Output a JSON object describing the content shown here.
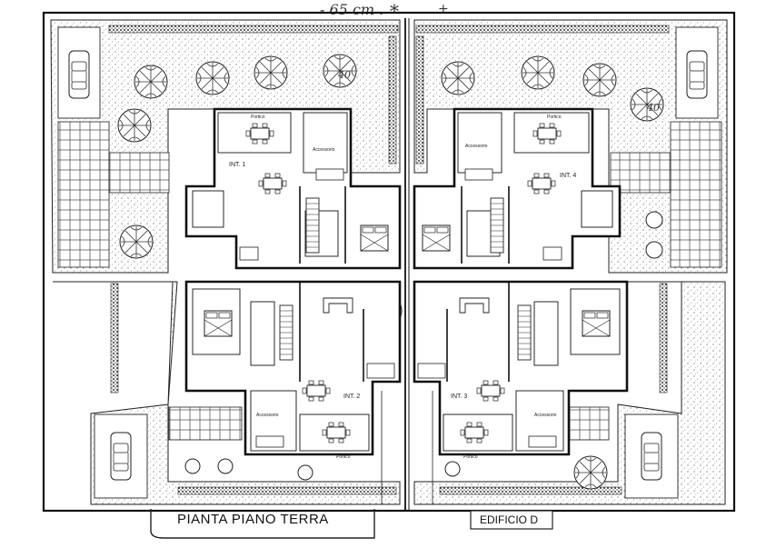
{
  "handwritten": {
    "note": "- 65 cm .",
    "mark_1": "*",
    "mark_2": "+"
  },
  "units": [
    {
      "label": "INT. 1",
      "portico": "Portico",
      "accessory": "Accessorio"
    },
    {
      "label": "INT. 2",
      "portico": "Portico",
      "accessory": "Accessorio"
    },
    {
      "label": "INT. 3",
      "portico": "Portico",
      "accessory": "Accessorio"
    },
    {
      "label": "INT. 4",
      "portico": "Portico",
      "accessory": "Accessorio"
    }
  ],
  "tree_mark": "40",
  "titles": {
    "plan": "PIANTA PIANO TERRA",
    "building": "EDIFICIO D"
  }
}
